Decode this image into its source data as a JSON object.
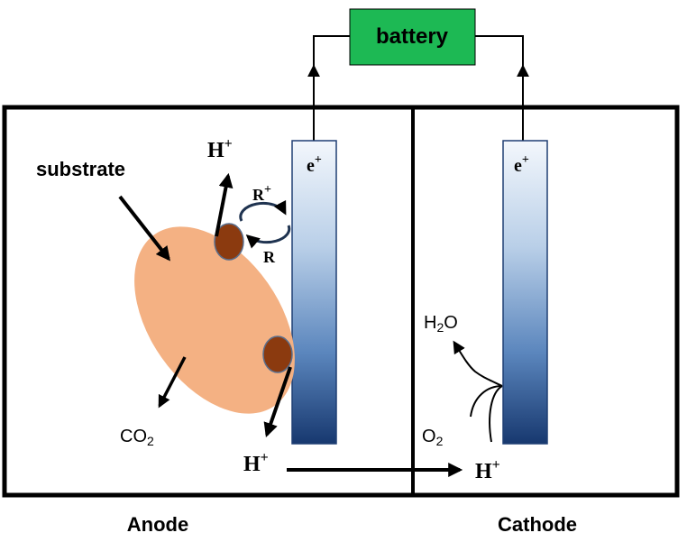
{
  "battery": {
    "label": "battery",
    "color": "#1db954"
  },
  "anode": {
    "label": "Anode",
    "electrode_label": "e",
    "electrode_sup": "+",
    "substrate_label": "substrate",
    "co2": {
      "main": "CO",
      "sub": "2"
    },
    "h_top": {
      "main": "H",
      "sup": "+"
    },
    "h_bottom": {
      "main": "H",
      "sup": "+"
    },
    "redox_ox": {
      "main": "R",
      "sup": "+"
    },
    "redox_red": "R",
    "substrate_color": "#f4b183",
    "microbe_color": "#8b3a0f"
  },
  "cathode": {
    "label": "Cathode",
    "electrode_label": "e",
    "electrode_sup": "+",
    "h2o": {
      "main": "H",
      "sub": "2",
      "tail": "O"
    },
    "o2": {
      "main": "O",
      "sub": "2"
    },
    "h_arrival": {
      "main": "H",
      "sup": "+"
    }
  }
}
